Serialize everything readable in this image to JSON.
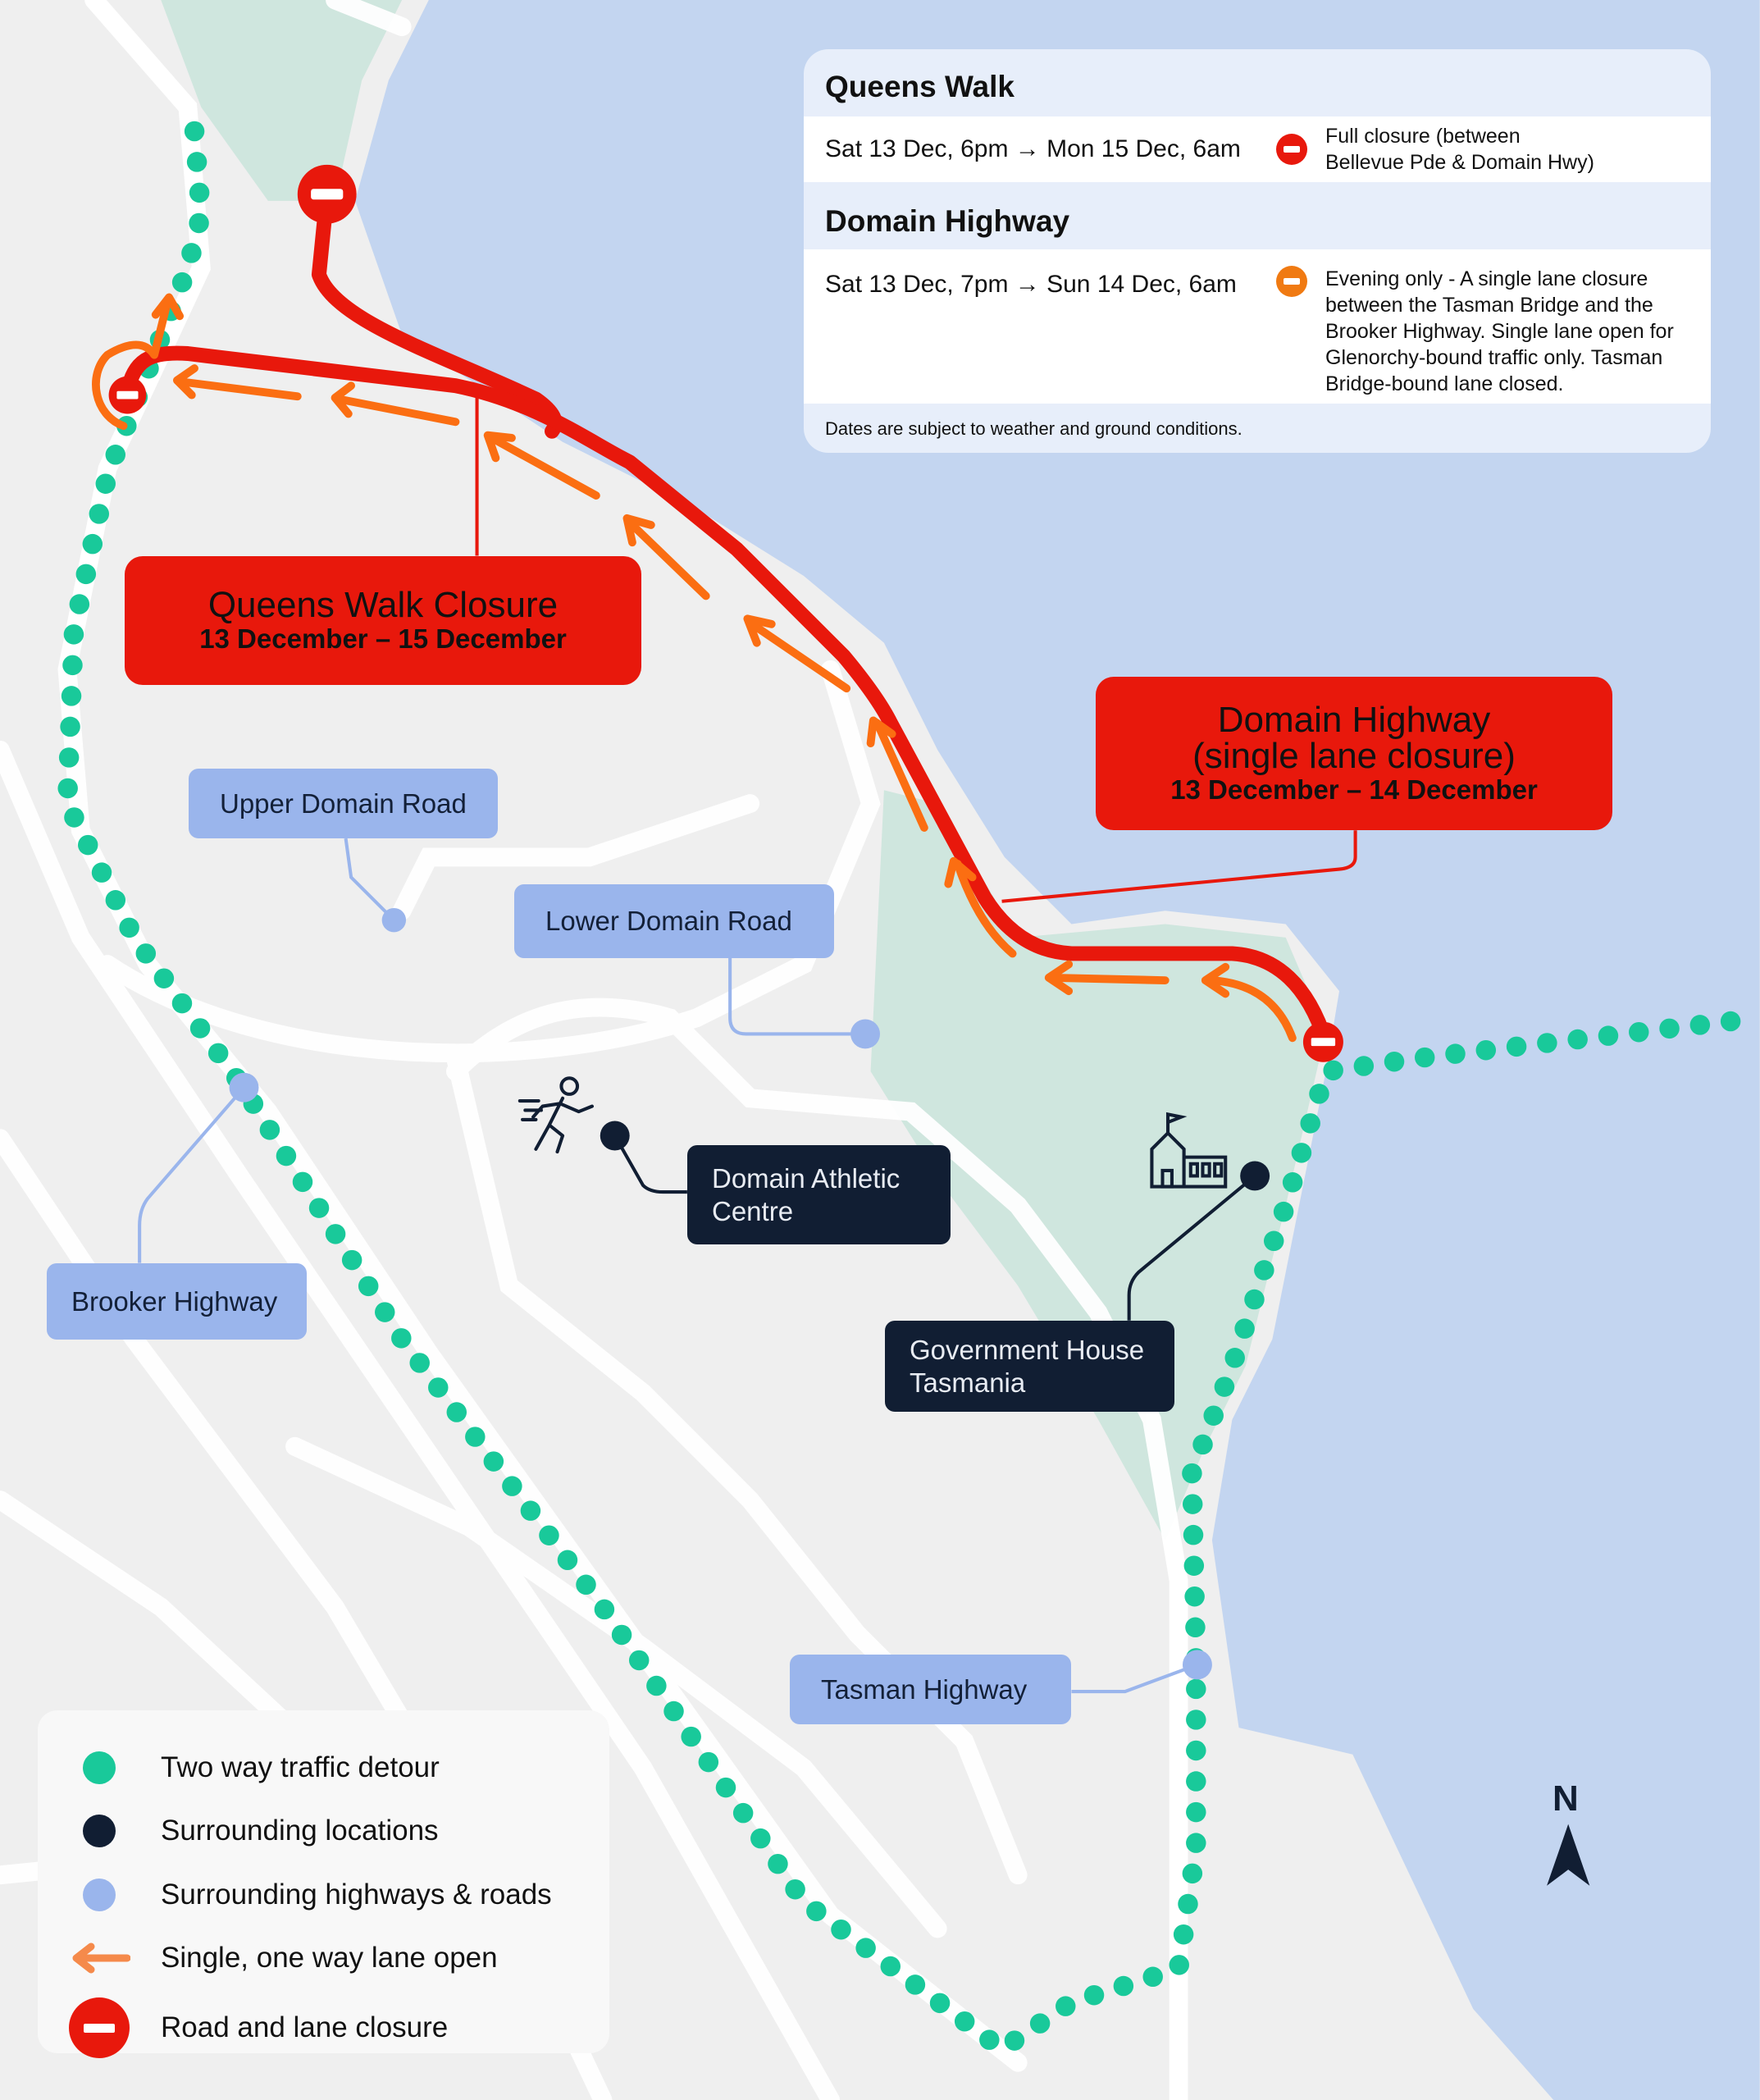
{
  "info_box": {
    "sections": [
      {
        "title": "Queens Walk",
        "when": "Sat 13 Dec, 6pm → Mon 15 Dec, 6am",
        "status_color": "#e8180c",
        "description": "Full closure (between Bellevue Pde & Domain Hwy)"
      },
      {
        "title": "Domain Highway",
        "when": "Sat 13 Dec, 7pm → Sun 14 Dec, 6am",
        "status_color": "#f07a12",
        "description": "Evening only - A single lane closure between the Tasman Bridge and the Brooker Highway. Single lane open for Glenorchy-bound traffic only. Tasman Bridge-bound lane closed."
      }
    ],
    "footnote": "Dates are subject to weather and ground conditions."
  },
  "closures": {
    "queens_walk": {
      "title": "Queens Walk Closure",
      "dates": "13 December – 15 December"
    },
    "domain_highway": {
      "title_line1": "Domain Highway",
      "title_line2": "(single lane closure)",
      "dates": "13 December – 14 December"
    }
  },
  "roads": {
    "upper_domain": "Upper Domain Road",
    "lower_domain": "Lower Domain Road",
    "brooker": "Brooker Highway",
    "tasman": "Tasman Highway"
  },
  "locations": {
    "athletic": {
      "line1": "Domain Athletic",
      "line2": "Centre",
      "icon": "runner-icon"
    },
    "gov_house": {
      "line1": "Government House",
      "line2": "Tasmania",
      "icon": "building-icon"
    }
  },
  "legend": [
    {
      "label": "Two way traffic detour",
      "color": "#19c99a"
    },
    {
      "label": "Surrounding locations",
      "color": "#111e33"
    },
    {
      "label": "Surrounding highways & roads",
      "color": "#9ab5ec"
    },
    {
      "label": "Single, one way lane open",
      "color": "#f58a4b"
    },
    {
      "label": "Road and lane closure",
      "color": "#e8180c"
    }
  ],
  "compass": {
    "label": "N"
  },
  "colors": {
    "water": "#c3d5f0",
    "land": "#efefef",
    "park": "#cfe6de",
    "route_red": "#e8180c",
    "route_orange": "#fb6e12"
  }
}
